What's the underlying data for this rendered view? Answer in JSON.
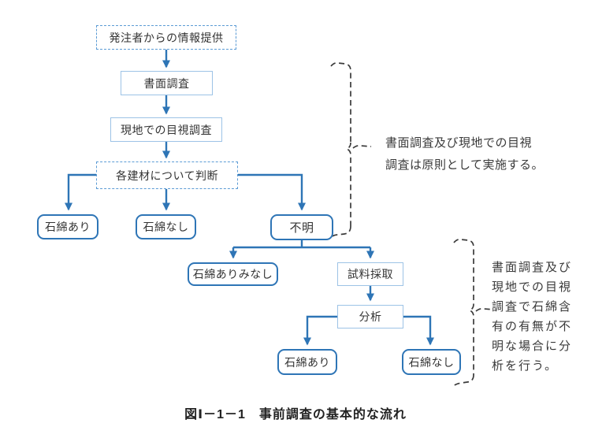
{
  "figure": {
    "caption": "図Ⅰ－1－1　事前調査の基本的な流れ"
  },
  "flowchart": {
    "nodes": {
      "info_provision": "発注者からの情報提供",
      "document_survey": "書面調査",
      "site_visual_survey": "現地での目視調査",
      "material_judgment": "各建材について判断",
      "asbestos_present_top": "石綿あり",
      "asbestos_absent_top": "石綿なし",
      "unknown": "不明",
      "deemed_asbestos_present": "石綿ありみなし",
      "sample_collection": "試料採取",
      "analysis": "分析",
      "asbestos_present_bottom": "石綿あり",
      "asbestos_absent_bottom": "石綿なし"
    },
    "annotations": {
      "note1": {
        "lines": [
          "書面調査及び現地での目視",
          "調査は原則として実施する。"
        ]
      },
      "note2": {
        "lines": [
          "書面調査及び",
          "現地での目視",
          "調査で石綿含",
          "有の有無が不",
          "明な場合に分",
          "析を行う。"
        ]
      }
    },
    "colors": {
      "arrow_blue": "#2E75B6",
      "thin_box_border": "#9DC3E6",
      "dashed_box_border": "#5B9BD5",
      "bracket_black": "#3A3A3A",
      "text": "#333333"
    }
  }
}
